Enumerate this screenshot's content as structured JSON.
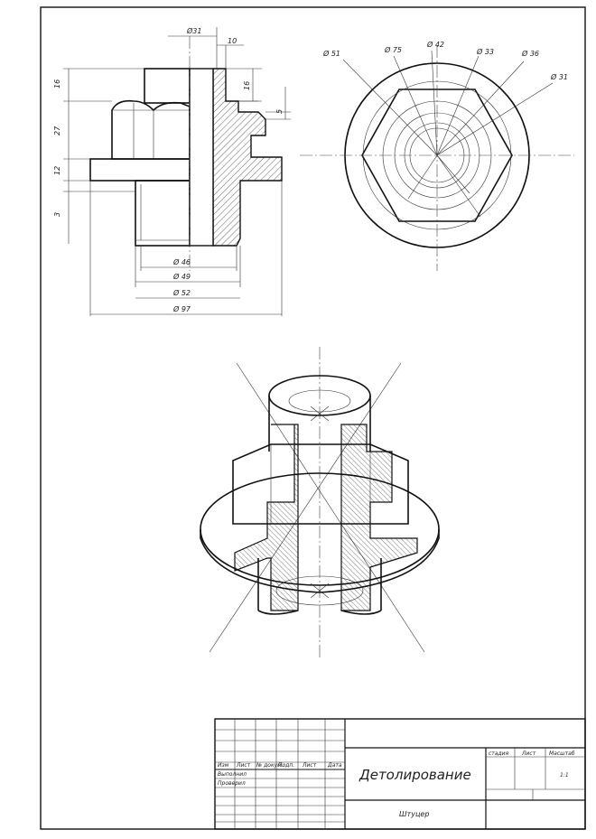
{
  "front_view": {
    "top_dims": [
      "Ø31",
      "10"
    ],
    "left_dims": [
      "16",
      "27",
      "12",
      "3"
    ],
    "right_dims": [
      "16",
      "5"
    ],
    "bottom_dims": [
      "Ø 46",
      "Ø 49",
      "Ø 52",
      "Ø 97"
    ]
  },
  "top_view": {
    "dims": [
      "Ø 51",
      "Ø 75",
      "Ø 42",
      "Ø 33",
      "Ø 36",
      "Ø 31"
    ]
  },
  "title_block": {
    "main_title": "Детолирование",
    "part_name": "Штуцер",
    "header_cells": [
      "стадия",
      "Лист",
      "Масштаб"
    ],
    "scale_value": "1:1",
    "row_labels": [
      "Изм",
      "Лист",
      "№ докум.",
      "Подп.",
      "Дата"
    ],
    "role_labels": [
      "Выполнил",
      "Проверил"
    ],
    "extra_label": "Лист"
  }
}
